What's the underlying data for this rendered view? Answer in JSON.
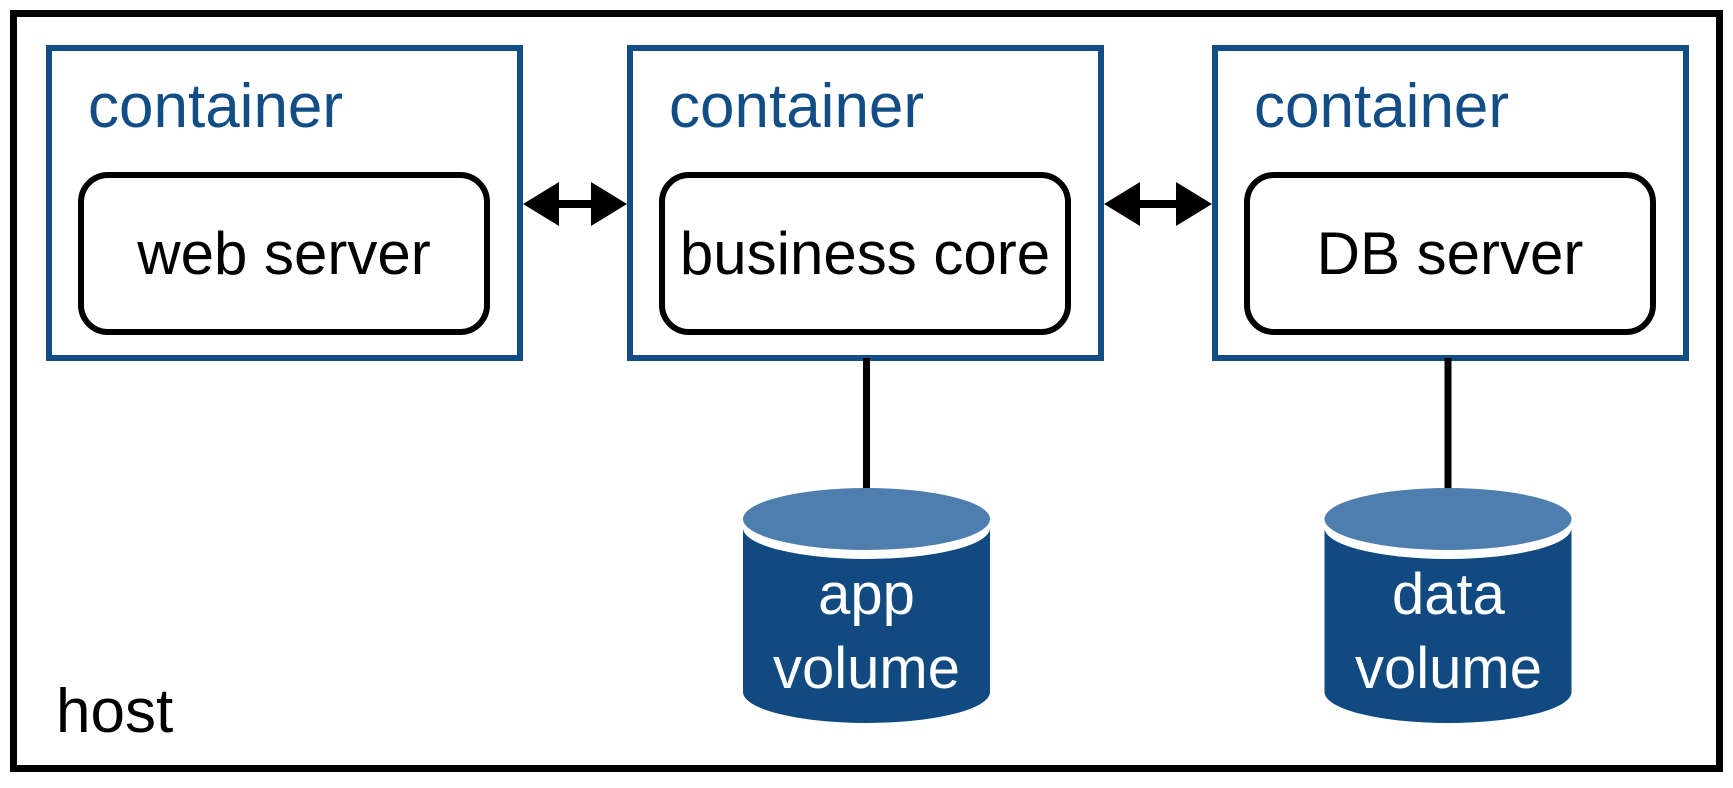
{
  "host": {
    "label": "host"
  },
  "containers": [
    {
      "label": "container",
      "process": "web server"
    },
    {
      "label": "container",
      "process": "business core"
    },
    {
      "label": "container",
      "process": "DB server"
    }
  ],
  "volumes": [
    {
      "line1": "app",
      "line2": "volume"
    },
    {
      "line1": "data",
      "line2": "volume"
    }
  ],
  "connections": [
    {
      "from": "web server",
      "to": "business core",
      "type": "bidirectional-arrow"
    },
    {
      "from": "business core",
      "to": "DB server",
      "type": "bidirectional-arrow"
    },
    {
      "from": "business core",
      "to": "app volume",
      "type": "line"
    },
    {
      "from": "DB server",
      "to": "data volume",
      "type": "line"
    }
  ],
  "colors": {
    "container_blue": "#134d85",
    "cylinder_body": "#114a80",
    "cylinder_top": "#4e7eae",
    "line_black": "#000000",
    "background": "#ffffff"
  }
}
